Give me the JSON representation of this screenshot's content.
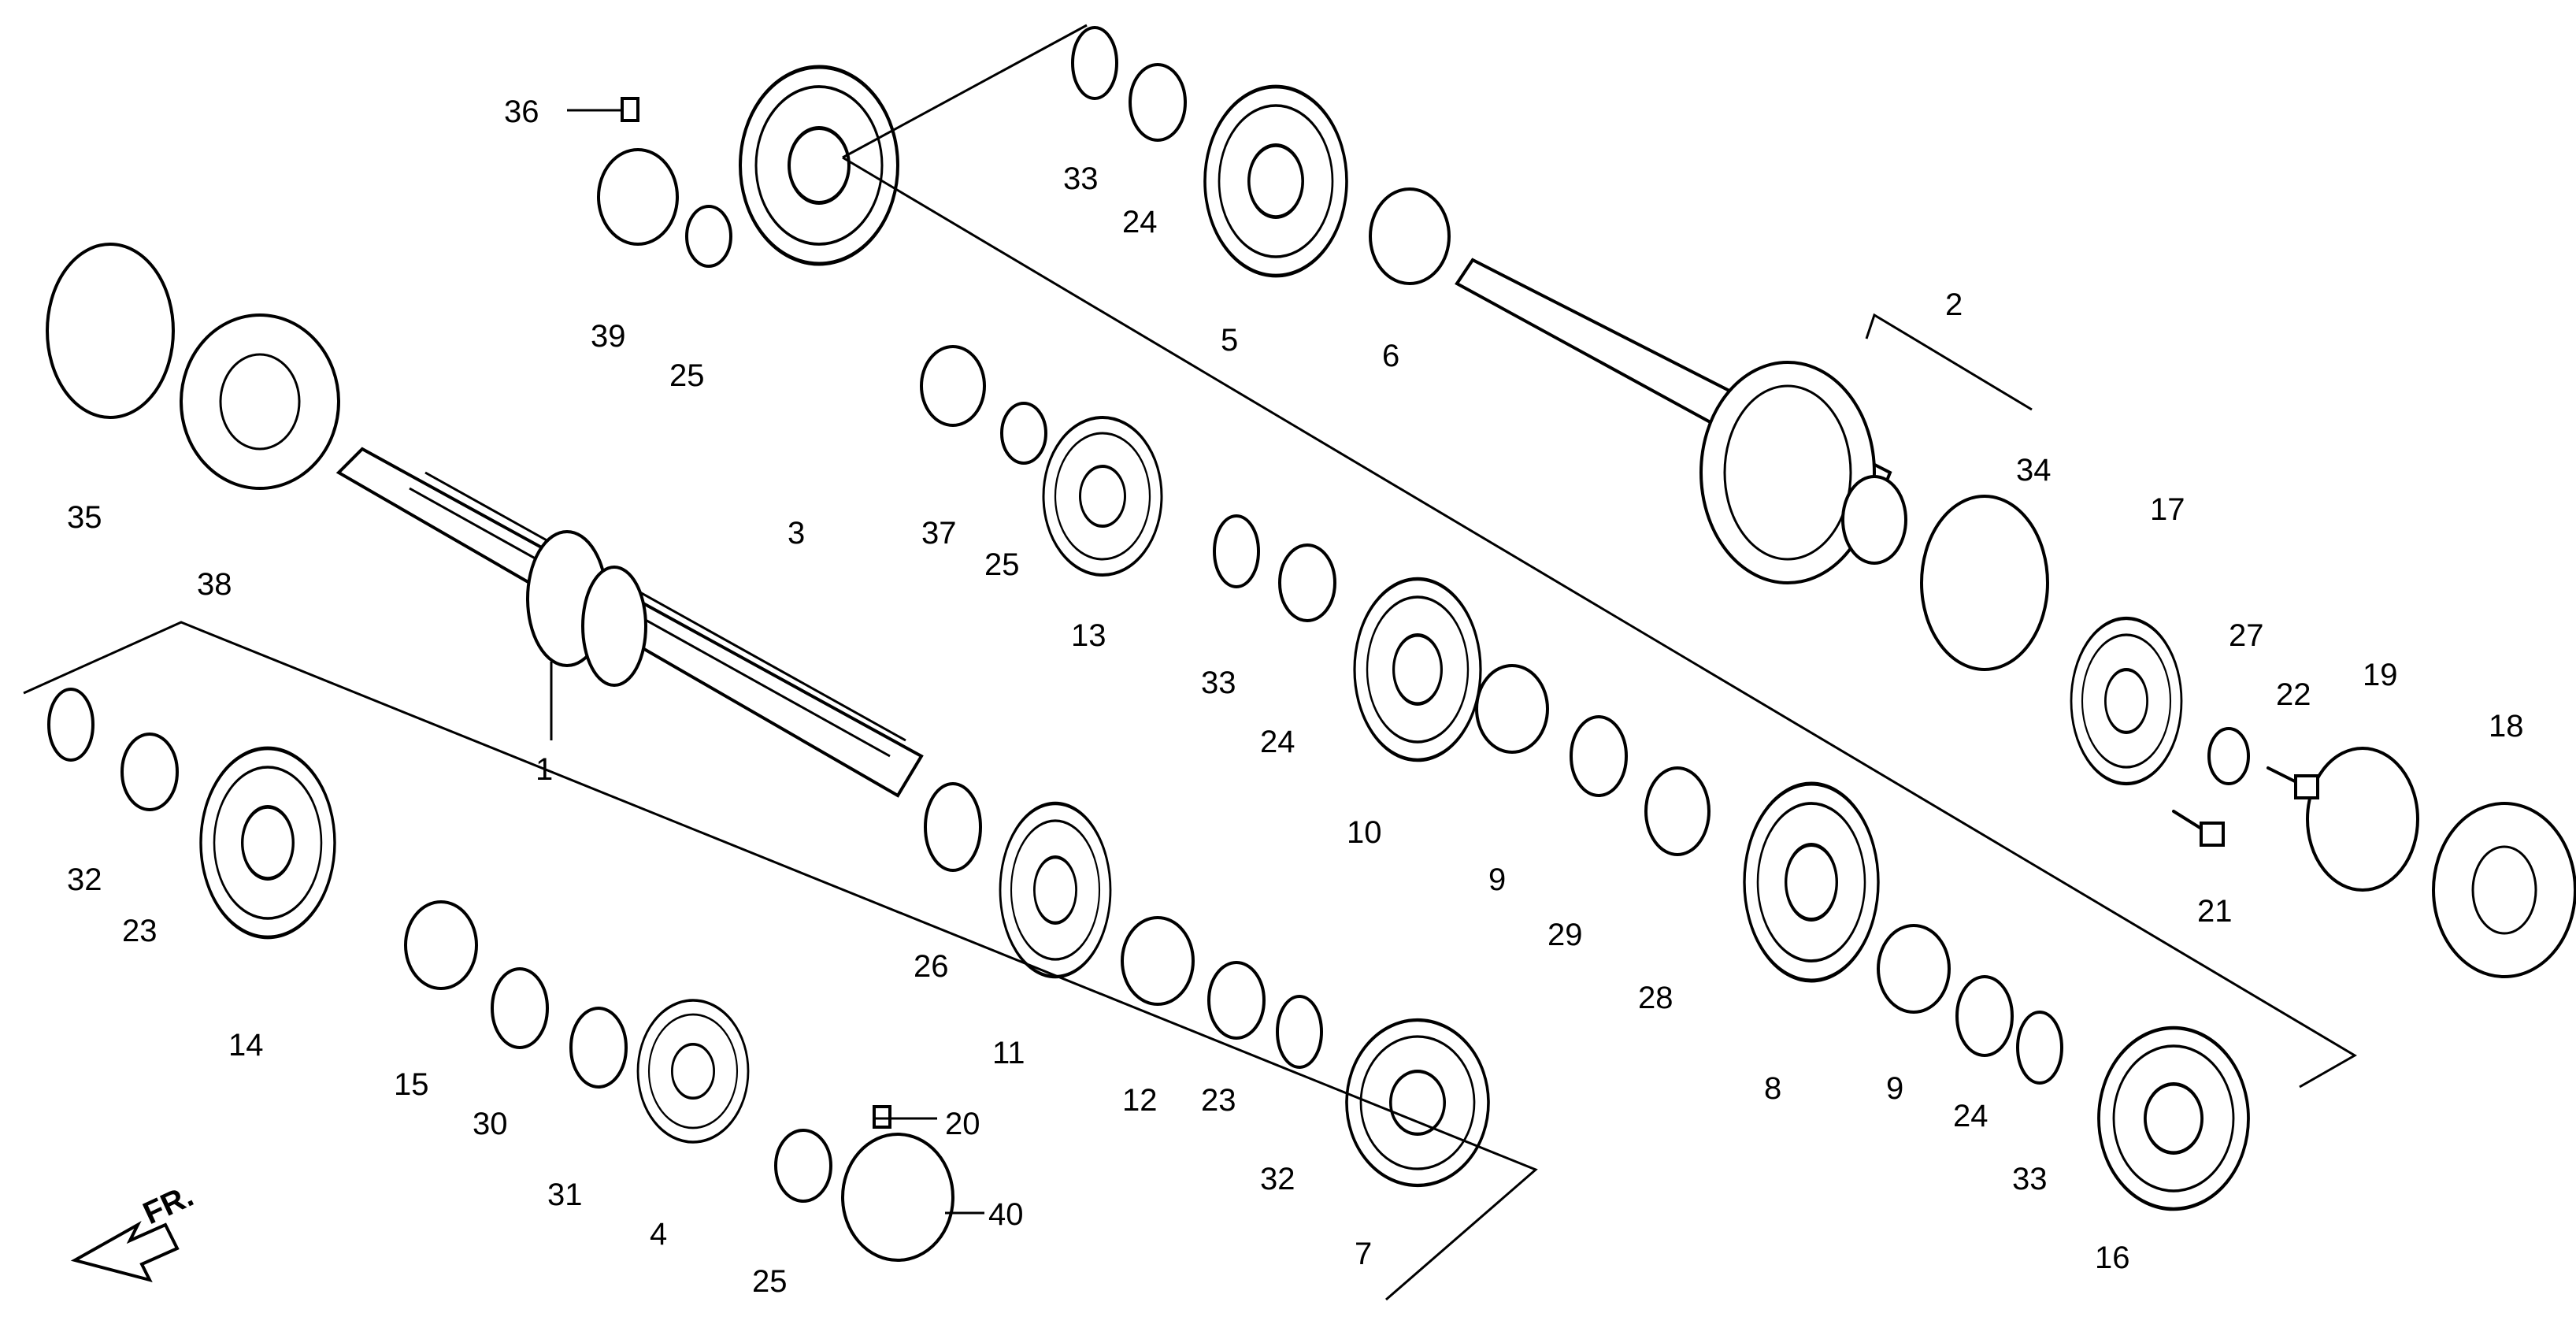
{
  "diagram": {
    "callouts": [
      {
        "id": "c1",
        "text": "1"
      },
      {
        "id": "c2",
        "text": "2"
      },
      {
        "id": "c3",
        "text": "3"
      },
      {
        "id": "c4",
        "text": "4"
      },
      {
        "id": "c5",
        "text": "5"
      },
      {
        "id": "c6",
        "text": "6"
      },
      {
        "id": "c7",
        "text": "7"
      },
      {
        "id": "c8",
        "text": "8"
      },
      {
        "id": "c9a",
        "text": "9"
      },
      {
        "id": "c9b",
        "text": "9"
      },
      {
        "id": "c10",
        "text": "10"
      },
      {
        "id": "c11",
        "text": "11"
      },
      {
        "id": "c12",
        "text": "12"
      },
      {
        "id": "c13",
        "text": "13"
      },
      {
        "id": "c14",
        "text": "14"
      },
      {
        "id": "c15",
        "text": "15"
      },
      {
        "id": "c16",
        "text": "16"
      },
      {
        "id": "c17",
        "text": "17"
      },
      {
        "id": "c18",
        "text": "18"
      },
      {
        "id": "c19",
        "text": "19"
      },
      {
        "id": "c20",
        "text": "20"
      },
      {
        "id": "c21",
        "text": "21"
      },
      {
        "id": "c22",
        "text": "22"
      },
      {
        "id": "c23a",
        "text": "23"
      },
      {
        "id": "c23b",
        "text": "23"
      },
      {
        "id": "c24a",
        "text": "24"
      },
      {
        "id": "c24b",
        "text": "24"
      },
      {
        "id": "c24c",
        "text": "24"
      },
      {
        "id": "c25a",
        "text": "25"
      },
      {
        "id": "c25b",
        "text": "25"
      },
      {
        "id": "c25c",
        "text": "25"
      },
      {
        "id": "c26",
        "text": "26"
      },
      {
        "id": "c27",
        "text": "27"
      },
      {
        "id": "c28",
        "text": "28"
      },
      {
        "id": "c29",
        "text": "29"
      },
      {
        "id": "c30",
        "text": "30"
      },
      {
        "id": "c31",
        "text": "31"
      },
      {
        "id": "c32a",
        "text": "32"
      },
      {
        "id": "c32b",
        "text": "32"
      },
      {
        "id": "c33a",
        "text": "33"
      },
      {
        "id": "c33b",
        "text": "33"
      },
      {
        "id": "c33c",
        "text": "33"
      },
      {
        "id": "c34",
        "text": "34"
      },
      {
        "id": "c35",
        "text": "35"
      },
      {
        "id": "c36",
        "text": "36"
      },
      {
        "id": "c37",
        "text": "37"
      },
      {
        "id": "c38",
        "text": "38"
      },
      {
        "id": "c39",
        "text": "39"
      },
      {
        "id": "c40",
        "text": "40"
      }
    ],
    "direction_label": "FR."
  }
}
